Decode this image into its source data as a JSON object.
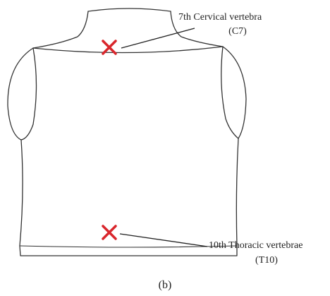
{
  "labels": {
    "c7_line1": "7th Cervical vertebra",
    "c7_line2": "(C7)",
    "t10_line1": "10th Thoracic vertebrae",
    "t10_line2": "(T10)",
    "caption": "(b)"
  },
  "colors": {
    "outline": "#333333",
    "marker": "#d9262c",
    "text": "#222222"
  },
  "icons": {
    "marker": "x-mark"
  }
}
